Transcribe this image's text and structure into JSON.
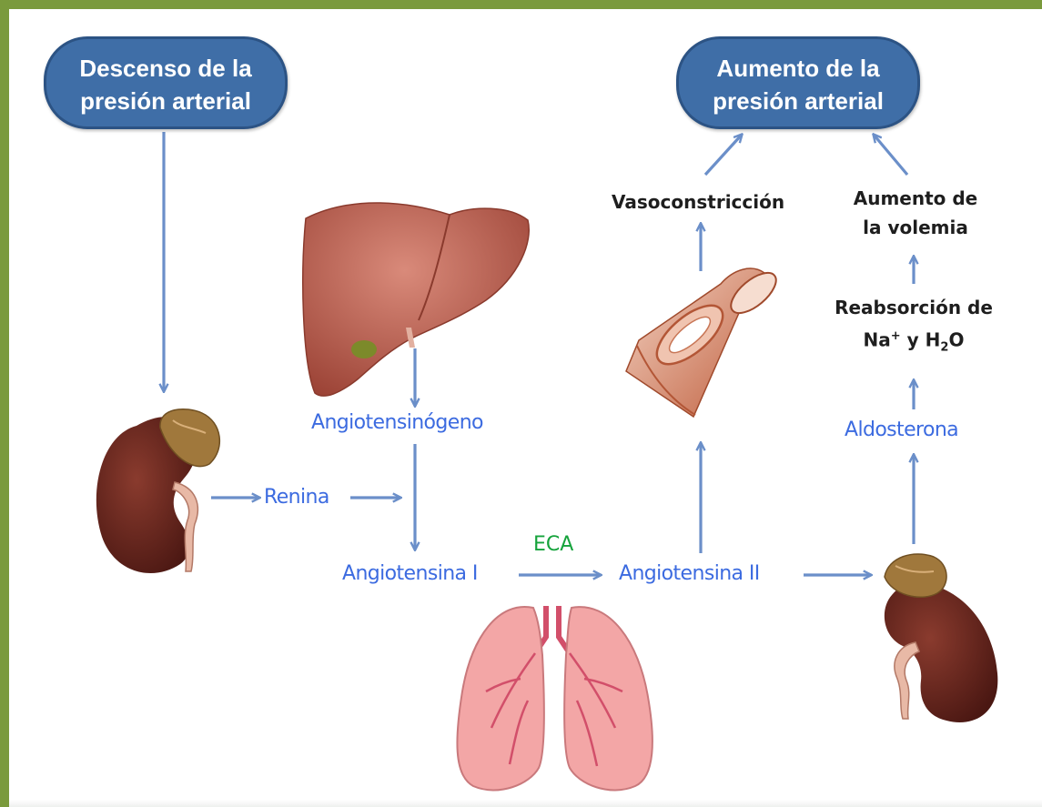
{
  "nodes": {
    "start_pill": "Descenso de la\npresión arterial",
    "end_pill": "Aumento de la\npresión arterial",
    "renina": "Renina",
    "angiotensinogeno": "Angiotensinógeno",
    "angiotensina_1": "Angiotensina I",
    "eca": "ECA",
    "angiotensina_2": "Angiotensina II",
    "vasoconstriccion": "Vasoconstricción",
    "aumento_volemia_line1": "Aumento de",
    "aumento_volemia_line2": "la volemia",
    "reabsorcion_line1": "Reabsorción de",
    "reabsorcion_na": "Na",
    "reabsorcion_plus": "+",
    "reabsorcion_y": " y H",
    "reabsorcion_sub2": "2",
    "reabsorcion_o": "O",
    "aldosterona": "Aldosterona"
  },
  "colors": {
    "frame": "#7a9a3c",
    "pill": "#3f6ea7",
    "arrow": "#6b8fc9",
    "blue_text": "#3c6be0",
    "green_text": "#16a33c",
    "kidney": "#6e2a22",
    "adrenal": "#a0783c",
    "liver": "#b5574a",
    "lung": "#f0a0a0",
    "vessel": "#c9704f"
  },
  "illustrations": [
    "kidney-left",
    "liver",
    "lungs",
    "blood-vessel",
    "kidney-right"
  ]
}
